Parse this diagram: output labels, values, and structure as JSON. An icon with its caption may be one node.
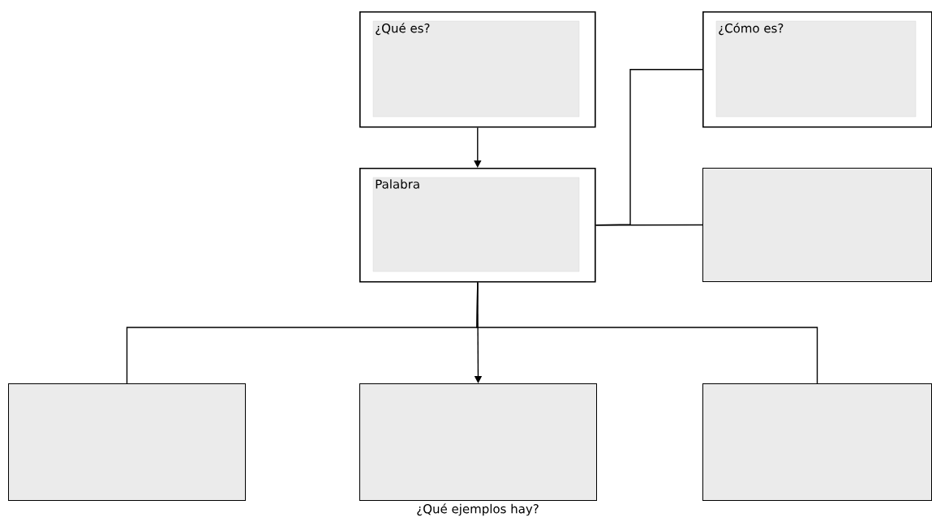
{
  "diagram": {
    "nodes": [
      {
        "text": [
          "¿Qué es?"
        ]
      },
      {
        "text": [
          "¿Cómo es?"
        ]
      },
      {
        "text": [
          "Palabra"
        ]
      },
      {
        "text": [],
        "shape": "box"
      },
      {
        "text": [],
        "shape": "box"
      },
      {
        "text": [],
        "shape": "box",
        "beside": [
          "¿Qué ejemplos hay?"
        ]
      },
      {
        "text": [],
        "shape": "box"
      }
    ],
    "edges": [
      {
        "from": 0,
        "to": 2,
        "arrow": "to"
      },
      {
        "from": 2,
        "to": 1,
        "arrow": "none"
      },
      {
        "from": 2,
        "to": 3,
        "arrow": "none"
      },
      {
        "from": 2,
        "to": 4,
        "arrow": "none"
      },
      {
        "from": 2,
        "to": 5,
        "arrow": "to"
      },
      {
        "from": 2,
        "to": 6,
        "arrow": "none"
      }
    ]
  }
}
